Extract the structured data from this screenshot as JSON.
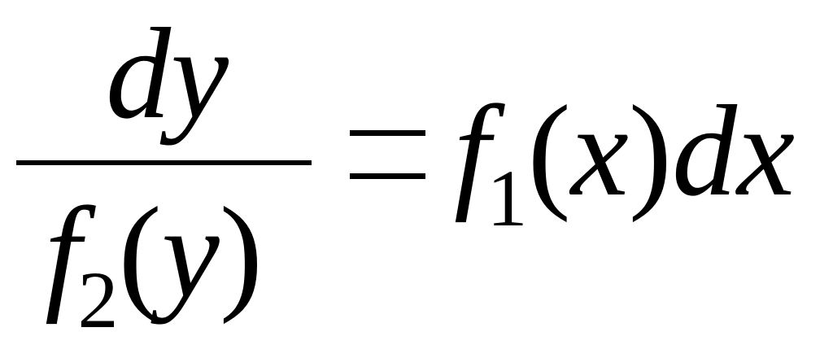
{
  "formula": {
    "numerator": {
      "d": "d",
      "y": "y"
    },
    "denominator": {
      "f": "f",
      "subscript": "2",
      "open_paren": "(",
      "var": "y",
      "close_paren": ")"
    },
    "equals": "=",
    "rhs": {
      "f": "f",
      "subscript": "1",
      "open_paren": "(",
      "var": "x",
      "close_paren": ")",
      "d": "d",
      "dvar": "x"
    }
  }
}
